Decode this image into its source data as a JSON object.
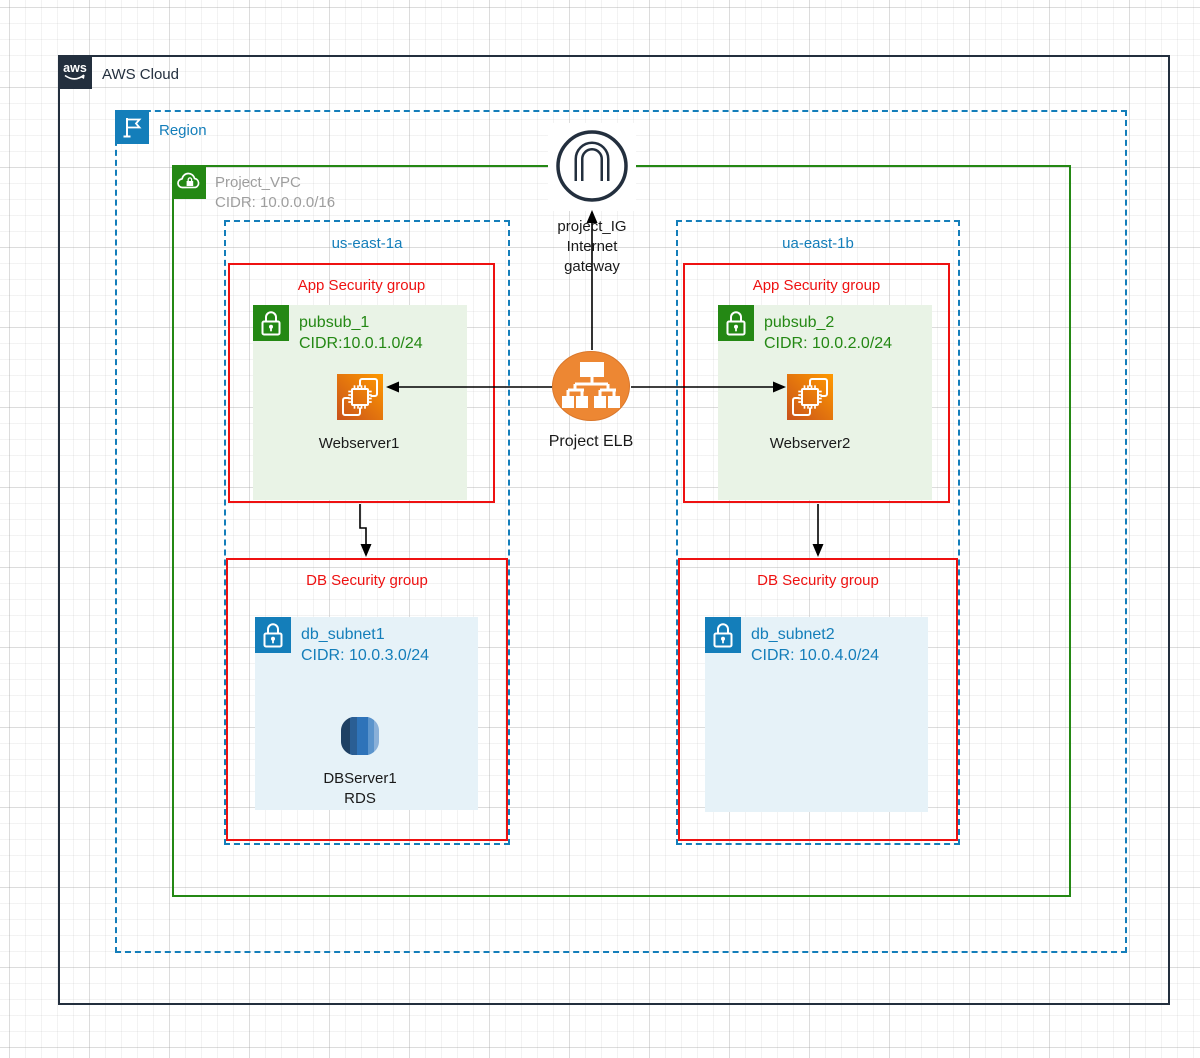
{
  "colors": {
    "navy": "#232F3E",
    "blue": "#147EBA",
    "green": "#248814",
    "red": "#EE1111",
    "gray_label": "#9E9E9E",
    "elb_orange": "#ED8733",
    "ec2_gradient_start": "#C8511B",
    "ec2_gradient_end": "#FF9900",
    "app_subnet_fill": "#E9F3E6",
    "db_subnet_fill": "#E6F2F8",
    "rds_bands": [
      "#1E4063",
      "#2A5E94",
      "#2E73B9",
      "#5B94CC",
      "#8AB0D8"
    ],
    "arrow_black": "#000000"
  },
  "icons": {
    "aws_logo": "aws-logo-icon",
    "region_flag": "region-flag-icon",
    "vpc_cloud_lock": "vpc-cloud-lock-icon",
    "subnet_lock_green": "subnet-lock-icon",
    "subnet_lock_blue": "subnet-lock-icon",
    "internet_gateway": "internet-gateway-icon",
    "load_balancer": "elastic-load-balancer-icon",
    "ec2_instance": "ec2-instance-icon",
    "rds_database": "rds-database-icon"
  },
  "cloud": {
    "label": "AWS Cloud",
    "logo_text": "aws"
  },
  "region": {
    "label": "Region"
  },
  "vpc": {
    "name": "Project_VPC",
    "cidr": "CIDR: 10.0.0.0/16"
  },
  "internet_gateway": {
    "name": "project_IG",
    "type_line1": "Internet",
    "type_line2": "gateway"
  },
  "elb": {
    "label": "Project ELB"
  },
  "availability_zones": {
    "left": {
      "az": "us-east-1a",
      "app_sg": "App Security group",
      "subnet_name": "pubsub_1",
      "subnet_cidr": "CIDR:10.0.1.0/24",
      "server": "Webserver1",
      "db_sg": "DB Security group",
      "db_subnet_name": "db_subnet1",
      "db_subnet_cidr": "CIDR: 10.0.3.0/24",
      "db_server_line1": "DBServer1",
      "db_server_line2": "RDS"
    },
    "right": {
      "az": "ua-east-1b",
      "app_sg": "App Security group",
      "subnet_name": "pubsub_2",
      "subnet_cidr": "CIDR: 10.0.2.0/24",
      "server": "Webserver2",
      "db_sg": "DB Security group",
      "db_subnet_name": "db_subnet2",
      "db_subnet_cidr": "CIDR: 10.0.4.0/24"
    }
  }
}
